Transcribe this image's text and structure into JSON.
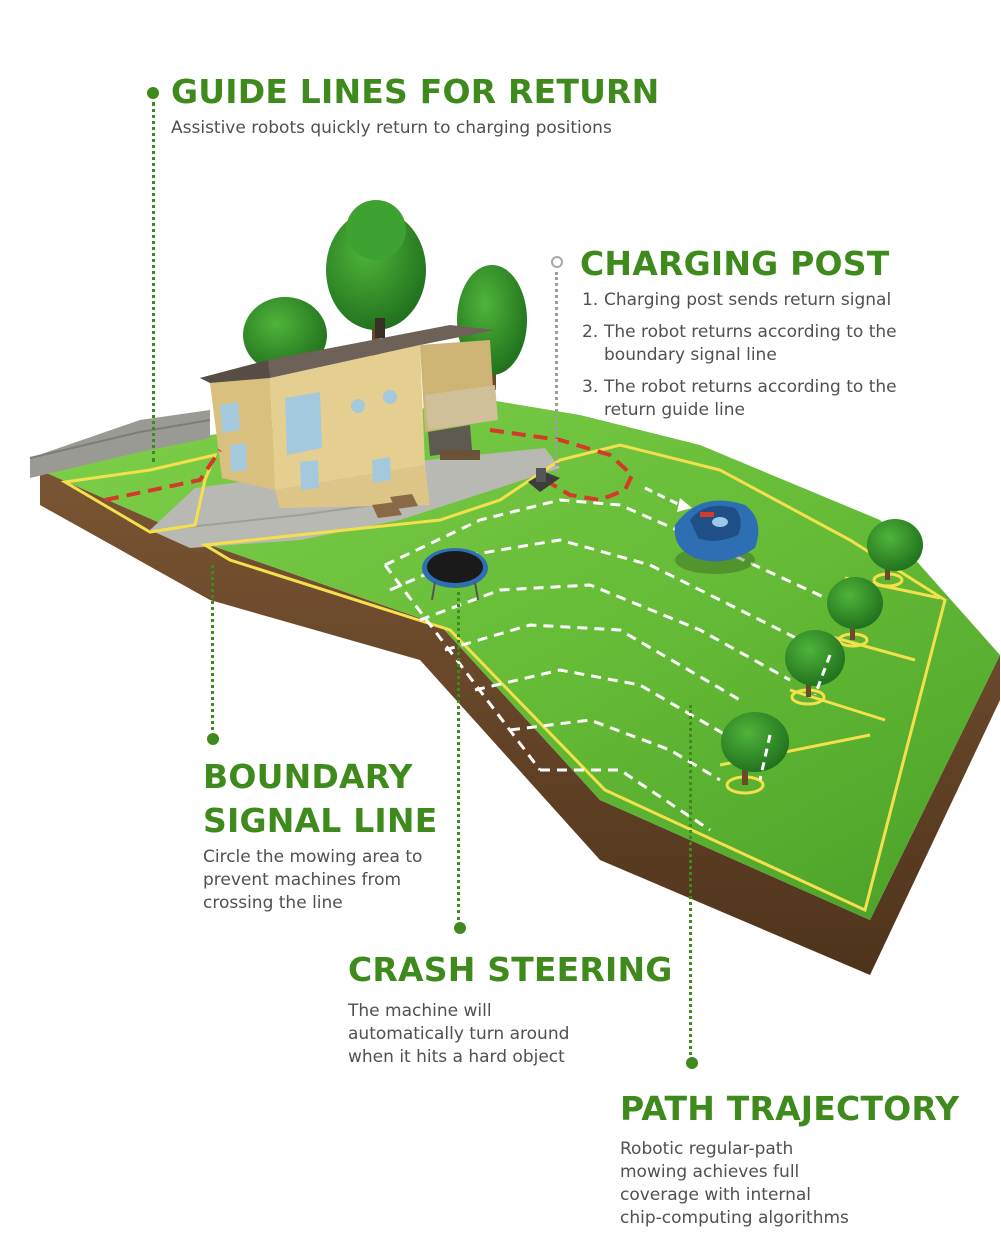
{
  "callouts": {
    "guide_lines": {
      "title": "GUIDE LINES FOR RETURN",
      "desc": [
        "Assistive robots quickly return to charging positions"
      ]
    },
    "charging_post": {
      "title": "CHARGING POST",
      "items": [
        {
          "num": "1.",
          "lines": [
            "Charging post sends return signal"
          ]
        },
        {
          "num": "2.",
          "lines": [
            "The robot returns according to the",
            "boundary signal line"
          ]
        },
        {
          "num": "3.",
          "lines": [
            "The robot returns according to the",
            "return guide line"
          ]
        }
      ]
    },
    "boundary": {
      "title_lines": [
        "BOUNDARY",
        "SIGNAL LINE"
      ],
      "desc": [
        "Circle the mowing area to",
        "prevent machines from",
        "crossing the line"
      ]
    },
    "crash": {
      "title": "CRASH STEERING",
      "desc": [
        "The machine will",
        "automatically turn around",
        "when it hits a hard object"
      ]
    },
    "path": {
      "title": "PATH TRAJECTORY",
      "desc": [
        "Robotic regular-path",
        "mowing achieves full",
        "coverage with internal",
        "chip-computing algorithms"
      ]
    }
  },
  "colors": {
    "heading_green": "#3f8a1c",
    "body_gray": "#505050",
    "lawn": "#6cc13a",
    "soil": "#6b4a2b",
    "boundary_wire": "#f4e04d",
    "guide_wire": "#d43a2a",
    "mower": "#2e6fb4"
  }
}
